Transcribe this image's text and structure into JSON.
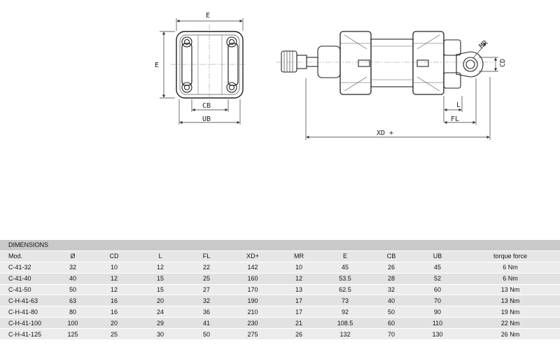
{
  "drawing": {
    "labels": {
      "e_top": "E",
      "e_side": "E",
      "cb": "CB",
      "ub": "UB",
      "mr": "MR",
      "cd": "CD",
      "l": "L",
      "fl": "FL",
      "xd": "XD +"
    }
  },
  "table": {
    "title": "DIMENSIONS",
    "headers": [
      "Mod.",
      "Ø",
      "CD",
      "L",
      "FL",
      "XD+",
      "MR",
      "E",
      "CB",
      "UB",
      "torque force"
    ],
    "rows": [
      [
        "C-41-32",
        "32",
        "10",
        "12",
        "22",
        "142",
        "10",
        "45",
        "26",
        "45",
        "6 Nm"
      ],
      [
        "C-41-40",
        "40",
        "12",
        "15",
        "25",
        "160",
        "12",
        "53.5",
        "28",
        "52",
        "6 Nm"
      ],
      [
        "C-41-50",
        "50",
        "12",
        "15",
        "27",
        "170",
        "13",
        "62.5",
        "32",
        "60",
        "13 Nm"
      ],
      [
        "C-H-41-63",
        "63",
        "16",
        "20",
        "32",
        "190",
        "17",
        "73",
        "40",
        "70",
        "13 Nm"
      ],
      [
        "C-H-41-80",
        "80",
        "16",
        "24",
        "36",
        "210",
        "17",
        "92",
        "50",
        "90",
        "19 Nm"
      ],
      [
        "C-H-41-100",
        "100",
        "20",
        "29",
        "41",
        "230",
        "21",
        "108.5",
        "60",
        "110",
        "22 Nm"
      ],
      [
        "C-H-41-125",
        "125",
        "25",
        "30",
        "50",
        "275",
        "26",
        "132",
        "70",
        "130",
        "26 Nm"
      ]
    ]
  }
}
